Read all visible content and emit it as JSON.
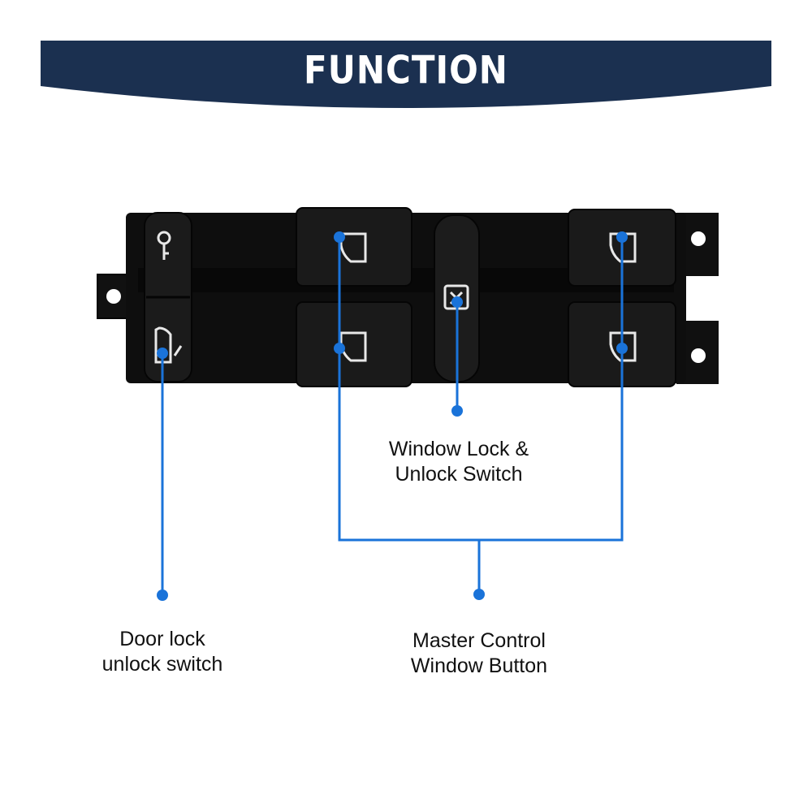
{
  "banner": {
    "title": "FUNCTION",
    "color": "#1b3050"
  },
  "callouts": {
    "color": "#1a73d9",
    "window_lock": {
      "line1": "Window Lock &",
      "line2": "Unlock Switch"
    },
    "door_lock": {
      "line1": "Door lock",
      "line2": "unlock switch"
    },
    "master_control": {
      "line1": "Master Control",
      "line2": "Window Button"
    }
  },
  "icons": [
    "key-icon",
    "door-lock-icon",
    "window-lock-icon",
    "window-up-icon",
    "window-down-icon"
  ]
}
